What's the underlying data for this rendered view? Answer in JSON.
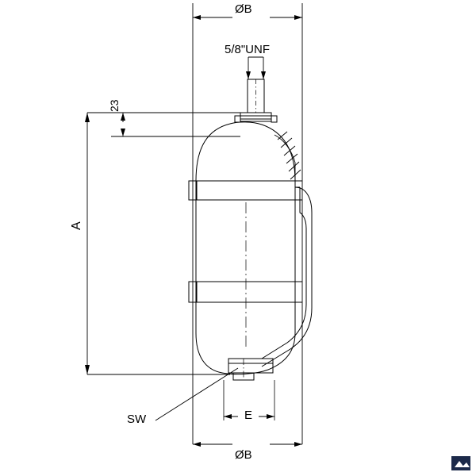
{
  "drawing": {
    "title": "hydraulic accumulator technical drawing",
    "labels": {
      "diameter_top": "ØB",
      "thread": "5/8\"UNF",
      "dim_23": "23",
      "dim_a": "A",
      "spanner_width": "SW",
      "dim_e": "E",
      "diameter_bottom": "ØB"
    },
    "colors": {
      "line": "#000000",
      "background": "#ffffff",
      "logo": "#1c2a4a"
    }
  }
}
